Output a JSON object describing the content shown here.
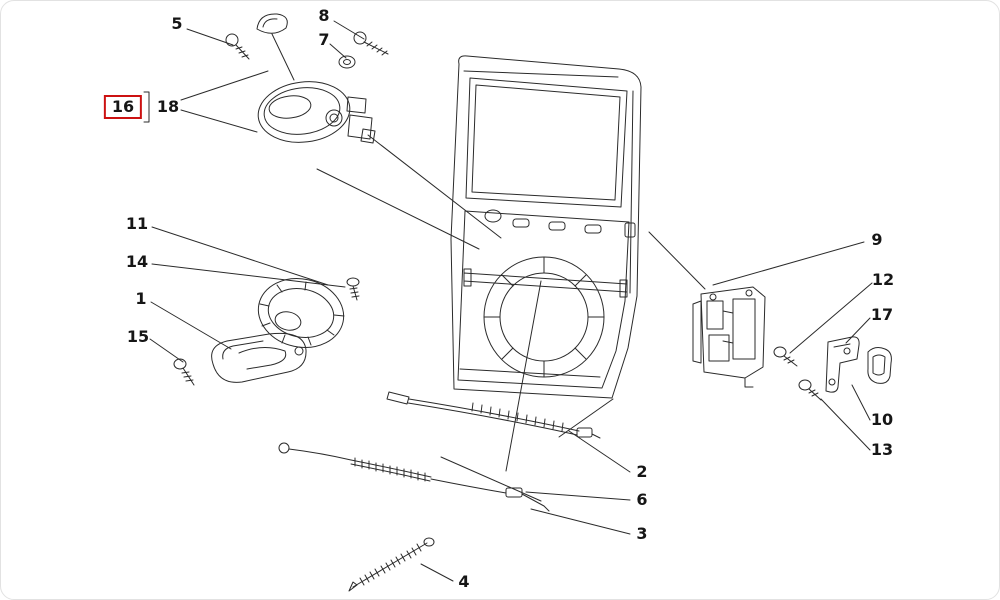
{
  "colors": {
    "highlight": "#cc1111",
    "line": "#2b2b2b"
  },
  "highlighted_part": "16",
  "labels": [
    {
      "text": "5",
      "highlighted": false
    },
    {
      "text": "8",
      "highlighted": false
    },
    {
      "text": "7",
      "highlighted": false
    },
    {
      "text": "16",
      "highlighted": true
    },
    {
      "text": "18",
      "highlighted": false
    },
    {
      "text": "11",
      "highlighted": false
    },
    {
      "text": "14",
      "highlighted": false
    },
    {
      "text": "1",
      "highlighted": false
    },
    {
      "text": "15",
      "highlighted": false
    },
    {
      "text": "9",
      "highlighted": false
    },
    {
      "text": "12",
      "highlighted": false
    },
    {
      "text": "17",
      "highlighted": false
    },
    {
      "text": "10",
      "highlighted": false
    },
    {
      "text": "13",
      "highlighted": false
    },
    {
      "text": "2",
      "highlighted": false
    },
    {
      "text": "6",
      "highlighted": false
    },
    {
      "text": "3",
      "highlighted": false
    },
    {
      "text": "4",
      "highlighted": false
    }
  ]
}
